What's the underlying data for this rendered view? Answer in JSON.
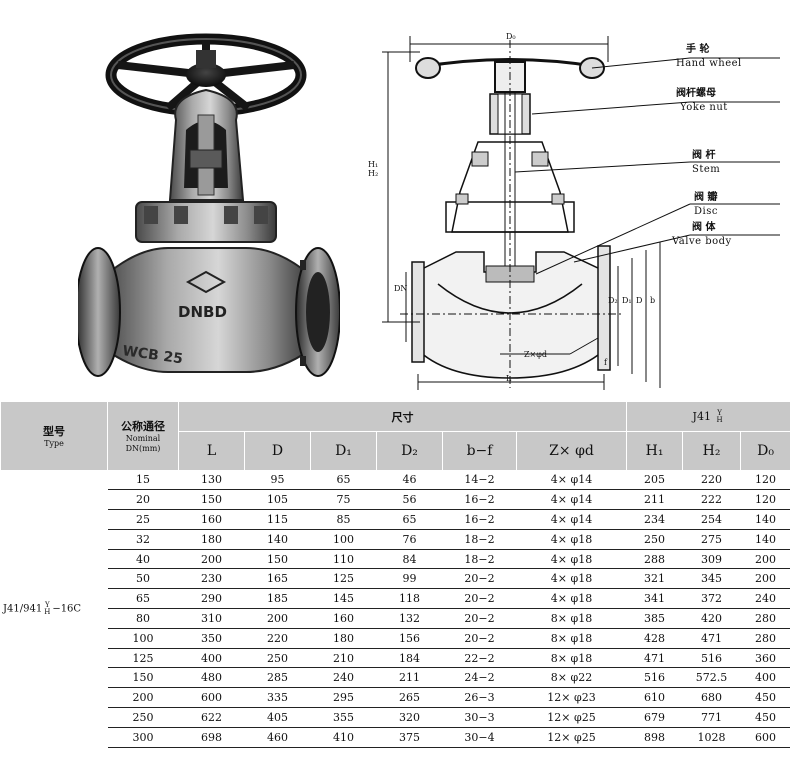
{
  "photo": {
    "brand": "DNBD",
    "body_mark": "WCB  25"
  },
  "drawing": {
    "parts": [
      {
        "cn": "手 轮",
        "en": "Hand wheel"
      },
      {
        "cn": "阀杆螺母",
        "en": "Yoke nut"
      },
      {
        "cn": "阀 杆",
        "en": "Stem"
      },
      {
        "cn": "阀 瓣",
        "en": "Disc"
      },
      {
        "cn": "阀 体",
        "en": "Valve body"
      }
    ],
    "dims": {
      "d0": "D₀",
      "h": "H₁\nH₂",
      "dn": "DN",
      "l": "L",
      "zd": "Z×φd",
      "f": "f",
      "d2": "D₂",
      "d1": "D₁",
      "d": "D",
      "b": "b"
    }
  },
  "table": {
    "header_type_cn": "型号",
    "header_type_en": "Type",
    "header_dn_cn": "公称通径",
    "header_dn_en1": "Nominal",
    "header_dn_en2": "DN(mm)",
    "header_size_cn": "尺寸",
    "header_j41": "J41",
    "header_j41_top": "Y",
    "header_j41_bot": "H",
    "columns": [
      "L",
      "D",
      "D₁",
      "D₂",
      "b−f",
      "Z× φd",
      "H₁",
      "H₂",
      "D₀"
    ],
    "model_prefix": "J41/941",
    "model_top": "Y",
    "model_bot": "H",
    "model_suffix": "−16C",
    "rows": [
      [
        "15",
        "130",
        "95",
        "65",
        "46",
        "14−2",
        "4× φ14",
        "205",
        "220",
        "120"
      ],
      [
        "20",
        "150",
        "105",
        "75",
        "56",
        "16−2",
        "4× φ14",
        "211",
        "222",
        "120"
      ],
      [
        "25",
        "160",
        "115",
        "85",
        "65",
        "16−2",
        "4× φ14",
        "234",
        "254",
        "140"
      ],
      [
        "32",
        "180",
        "140",
        "100",
        "76",
        "18−2",
        "4× φ18",
        "250",
        "275",
        "140"
      ],
      [
        "40",
        "200",
        "150",
        "110",
        "84",
        "18−2",
        "4× φ18",
        "288",
        "309",
        "200"
      ],
      [
        "50",
        "230",
        "165",
        "125",
        "99",
        "20−2",
        "4× φ18",
        "321",
        "345",
        "200"
      ],
      [
        "65",
        "290",
        "185",
        "145",
        "118",
        "20−2",
        "4× φ18",
        "341",
        "372",
        "240"
      ],
      [
        "80",
        "310",
        "200",
        "160",
        "132",
        "20−2",
        "8× φ18",
        "385",
        "420",
        "280"
      ],
      [
        "100",
        "350",
        "220",
        "180",
        "156",
        "20−2",
        "8× φ18",
        "428",
        "471",
        "280"
      ],
      [
        "125",
        "400",
        "250",
        "210",
        "184",
        "22−2",
        "8× φ18",
        "471",
        "516",
        "360"
      ],
      [
        "150",
        "480",
        "285",
        "240",
        "211",
        "24−2",
        "8× φ22",
        "516",
        "572.5",
        "400"
      ],
      [
        "200",
        "600",
        "335",
        "295",
        "265",
        "26−3",
        "12× φ23",
        "610",
        "680",
        "450"
      ],
      [
        "250",
        "622",
        "405",
        "355",
        "320",
        "30−3",
        "12× φ25",
        "679",
        "771",
        "450"
      ],
      [
        "300",
        "698",
        "460",
        "410",
        "375",
        "30−4",
        "12× φ25",
        "898",
        "1028",
        "600"
      ]
    ]
  }
}
